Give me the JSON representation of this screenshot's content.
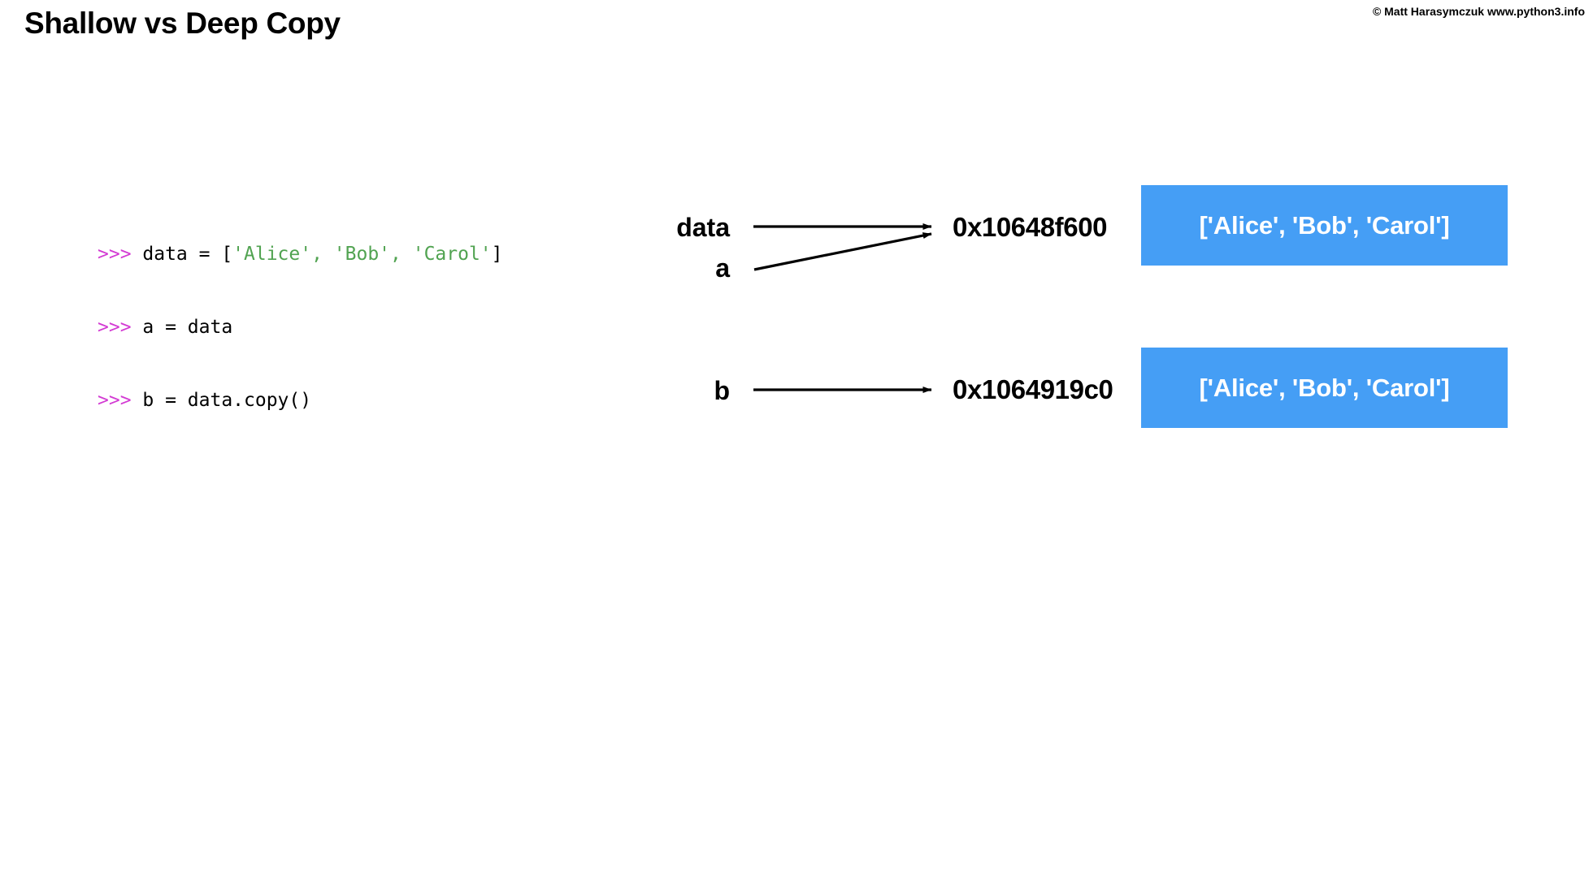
{
  "slide": {
    "title": "Shallow vs Deep Copy",
    "copyright": "© Matt Harasymczuk www.python3.info",
    "background_color": "#ffffff"
  },
  "code_block": {
    "language": "python-console",
    "prompt": ">>>",
    "colors": {
      "prompt": "#d33bd3",
      "string": "#51a351",
      "plain": "#000000"
    },
    "lines": [
      {
        "prompt": ">>> ",
        "parts": [
          {
            "kind": "plain",
            "text": "data = ["
          },
          {
            "kind": "string",
            "text": "'Alice', 'Bob', 'Carol'"
          },
          {
            "kind": "plain",
            "text": "]"
          }
        ],
        "text": ">>> data = ['Alice', 'Bob', 'Carol']"
      },
      {
        "prompt": ">>> ",
        "parts": [
          {
            "kind": "plain",
            "text": "a = data"
          }
        ],
        "text": ">>> a = data"
      },
      {
        "prompt": ">>> ",
        "parts": [
          {
            "kind": "plain",
            "text": "b = data.copy()"
          }
        ],
        "text": ">>> b = data.copy()"
      }
    ]
  },
  "diagram": {
    "object_box_color": "#459ef5",
    "object_box_text_color": "#ffffff",
    "arrow_color": "#000000",
    "variables": [
      {
        "name": "data",
        "points_to": "0x10648f600"
      },
      {
        "name": "a",
        "points_to": "0x10648f600"
      },
      {
        "name": "b",
        "points_to": "0x1064919c0"
      }
    ],
    "addresses": [
      {
        "address": "0x10648f600",
        "value": "['Alice', 'Bob', 'Carol']"
      },
      {
        "address": "0x1064919c0",
        "value": "['Alice', 'Bob', 'Carol']"
      }
    ],
    "labels": {
      "var_data": "data",
      "var_a": "a",
      "var_b": "b",
      "addr_1": "0x10648f600",
      "addr_2": "0x1064919c0",
      "obj_1": "['Alice', 'Bob', 'Carol']",
      "obj_2": "['Alice', 'Bob', 'Carol']"
    }
  }
}
